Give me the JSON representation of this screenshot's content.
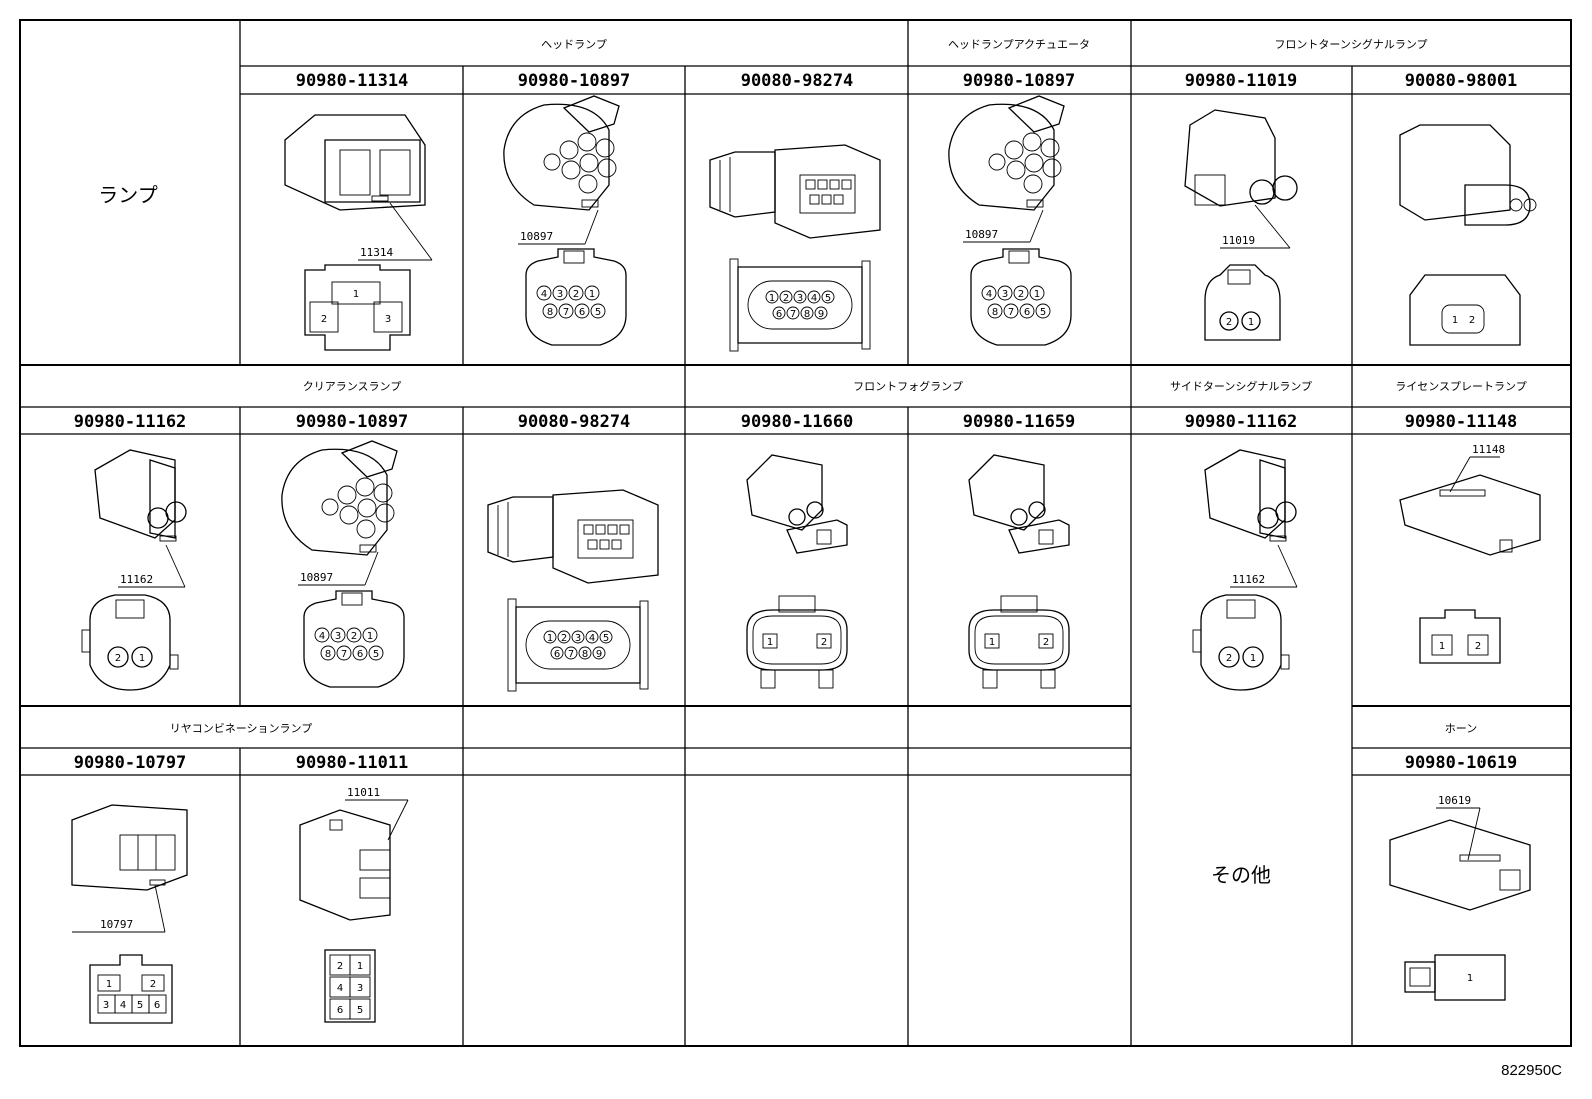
{
  "title_cell": "ランプ",
  "other_cell": "その他",
  "figure_ref": "822950C",
  "groups": {
    "headlamp": "ヘッドランプ",
    "headlamp_actuator": "ヘッドランプアクチュエータ",
    "front_turn_signal": "フロントターンシグナルランプ",
    "clearance": "クリアランスランプ",
    "front_fog": "フロントフォグランプ",
    "side_turn_signal": "サイドターンシグナルランプ",
    "license_plate": "ライセンスプレートランプ",
    "rear_combination": "リヤコンビネーションランプ",
    "horn": "ホーン"
  },
  "parts": {
    "r1c2": "90980-11314",
    "r1c3": "90980-10897",
    "r1c4": "90080-98274",
    "r1c5": "90980-10897",
    "r1c6": "90980-11019",
    "r1c7": "90080-98001",
    "r2c1": "90980-11162",
    "r2c2": "90980-10897",
    "r2c3": "90080-98274",
    "r2c4": "90980-11660",
    "r2c5": "90980-11659",
    "r2c6": "90980-11162",
    "r2c7": "90980-11148",
    "r3c1": "90980-10797",
    "r3c2": "90980-11011",
    "r3c7": "90980-10619"
  },
  "callouts": {
    "r1c2": "11314",
    "r1c3": "10897",
    "r1c5": "10897",
    "r1c6": "11019",
    "r2c1": "11162",
    "r2c2": "10897",
    "r2c6": "11162",
    "r2c7": "11148",
    "r3c1": "10797",
    "r3c2": "11011",
    "r3c7": "10619"
  },
  "icons": [
    "connector-drawing",
    "pin-face-drawing",
    "callout-arrow"
  ]
}
